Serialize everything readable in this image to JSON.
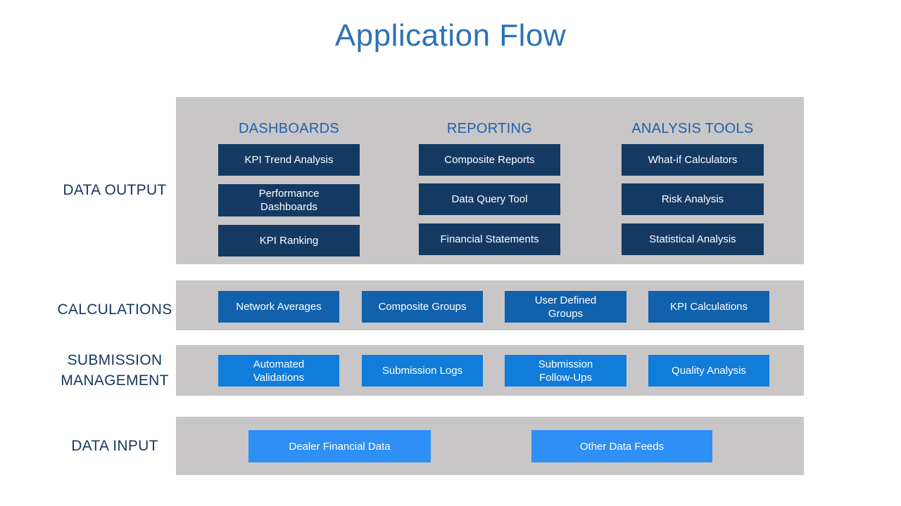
{
  "title": "Application Flow",
  "colors": {
    "title_blue": "#2b72b5",
    "header_blue": "#1f5fae",
    "label_navy": "#17375e",
    "band_gray": "#c8c6c6",
    "box_navy": "#143a63",
    "box_calc_blue": "#1161ac",
    "box_submission_blue": "#117cd9",
    "box_input_blue": "#2e8ff5"
  },
  "rows": [
    {
      "id": "data-output",
      "label": "DATA OUTPUT",
      "columns": [
        {
          "header": "DASHBOARDS",
          "boxes": [
            "KPI Trend Analysis",
            "Performance Dashboards",
            "KPI Ranking"
          ]
        },
        {
          "header": "REPORTING",
          "boxes": [
            "Composite Reports",
            "Data Query Tool",
            "Financial Statements"
          ]
        },
        {
          "header": "ANALYSIS TOOLS",
          "boxes": [
            "What-if Calculators",
            "Risk Analysis",
            "Statistical Analysis"
          ]
        }
      ]
    },
    {
      "id": "calculations",
      "label": "CALCULATIONS",
      "boxes": [
        "Network Averages",
        "Composite Groups",
        "User Defined Groups",
        "KPI Calculations"
      ]
    },
    {
      "id": "submission-management",
      "label": "SUBMISSION MANAGEMENT",
      "boxes": [
        "Automated Validations",
        "Submission Logs",
        "Submission Follow-Ups",
        "Quality Analysis"
      ]
    },
    {
      "id": "data-input",
      "label": "DATA INPUT",
      "boxes": [
        "Dealer Financial Data",
        "Other Data Feeds"
      ]
    }
  ]
}
